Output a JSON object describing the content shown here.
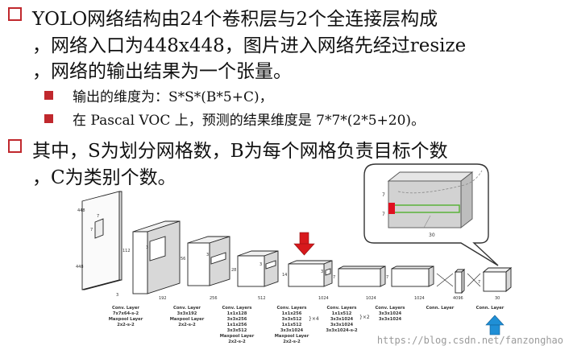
{
  "bullets": {
    "b1_lines": [
      "YOLO网络结构由24个卷积层与2个全连接层构成",
      "，网络入口为448x448，图片进入网络先经过resize",
      "，网络的输出结果为一个张量。"
    ],
    "sub1": "输出的维度为：S*S*(B*5+C)，",
    "sub2": "在 Pascal VOC 上，预测的结果维度是 7*7*(2*5+20)。",
    "b2_lines": [
      "其中，S为划分网格数，B为每个网格负责目标个数",
      "，C为类别个数。"
    ]
  },
  "diagram": {
    "input": {
      "size_top": "448",
      "size_side": "448",
      "depth": "3",
      "k": "7",
      "k2": "7"
    },
    "blocks": [
      {
        "size": "112",
        "k": "3",
        "k2": "3",
        "depth": "192"
      },
      {
        "size": "56",
        "k": "3",
        "k2": "3",
        "depth": "256"
      },
      {
        "size": "28",
        "k": "3",
        "k2": "3",
        "depth": "512"
      },
      {
        "size": "14",
        "k": "3",
        "k2": "3",
        "depth": "1024"
      },
      {
        "size": "7",
        "k": "",
        "k2": "",
        "depth": "1024"
      },
      {
        "size": "7",
        "k": "",
        "k2": "",
        "depth": "1024"
      },
      {
        "size": "",
        "k": "",
        "k2": "",
        "depth": "4096"
      },
      {
        "size": "7",
        "k": "",
        "k2": "",
        "depth": "30"
      }
    ],
    "zoom": {
      "size": "7",
      "size2": "7",
      "depth": "30"
    },
    "captions": [
      [
        "Conv. Layer",
        "7x7x64-s-2",
        "Maxpool Layer",
        "2x2-s-2"
      ],
      [
        "Conv. Layer",
        "3x3x192",
        "Maxpool Layer",
        "2x2-s-2"
      ],
      [
        "Conv. Layers",
        "1x1x128",
        "3x3x256",
        "1x1x256",
        "3x3x512",
        "Maxpool Layer",
        "2x2-s-2"
      ],
      [
        "Conv. Layers",
        "1x1x256",
        "3x3x512",
        "1x1x512",
        "3x3x1024",
        "Maxpool Layer",
        "2x2-s-2"
      ],
      [
        "Conv. Layers",
        "1x1x512",
        "3x3x1024",
        "3x3x1024",
        "3x3x1024-s-2"
      ],
      [
        "Conv. Layers",
        "3x3x1024",
        "3x3x1024"
      ],
      [
        "Conn. Layer"
      ],
      [
        "Conn. Layer"
      ]
    ],
    "repeat_marks": [
      "}×4",
      "}×2"
    ],
    "colors": {
      "red_arrow": "#d7191c",
      "blue_arrow": "#1f8fd6",
      "green_bar": "#52b030",
      "red_cell": "#e01020",
      "bullet": "#c0282d"
    }
  },
  "watermark": "https://blog.csdn.net/fanzonghao"
}
